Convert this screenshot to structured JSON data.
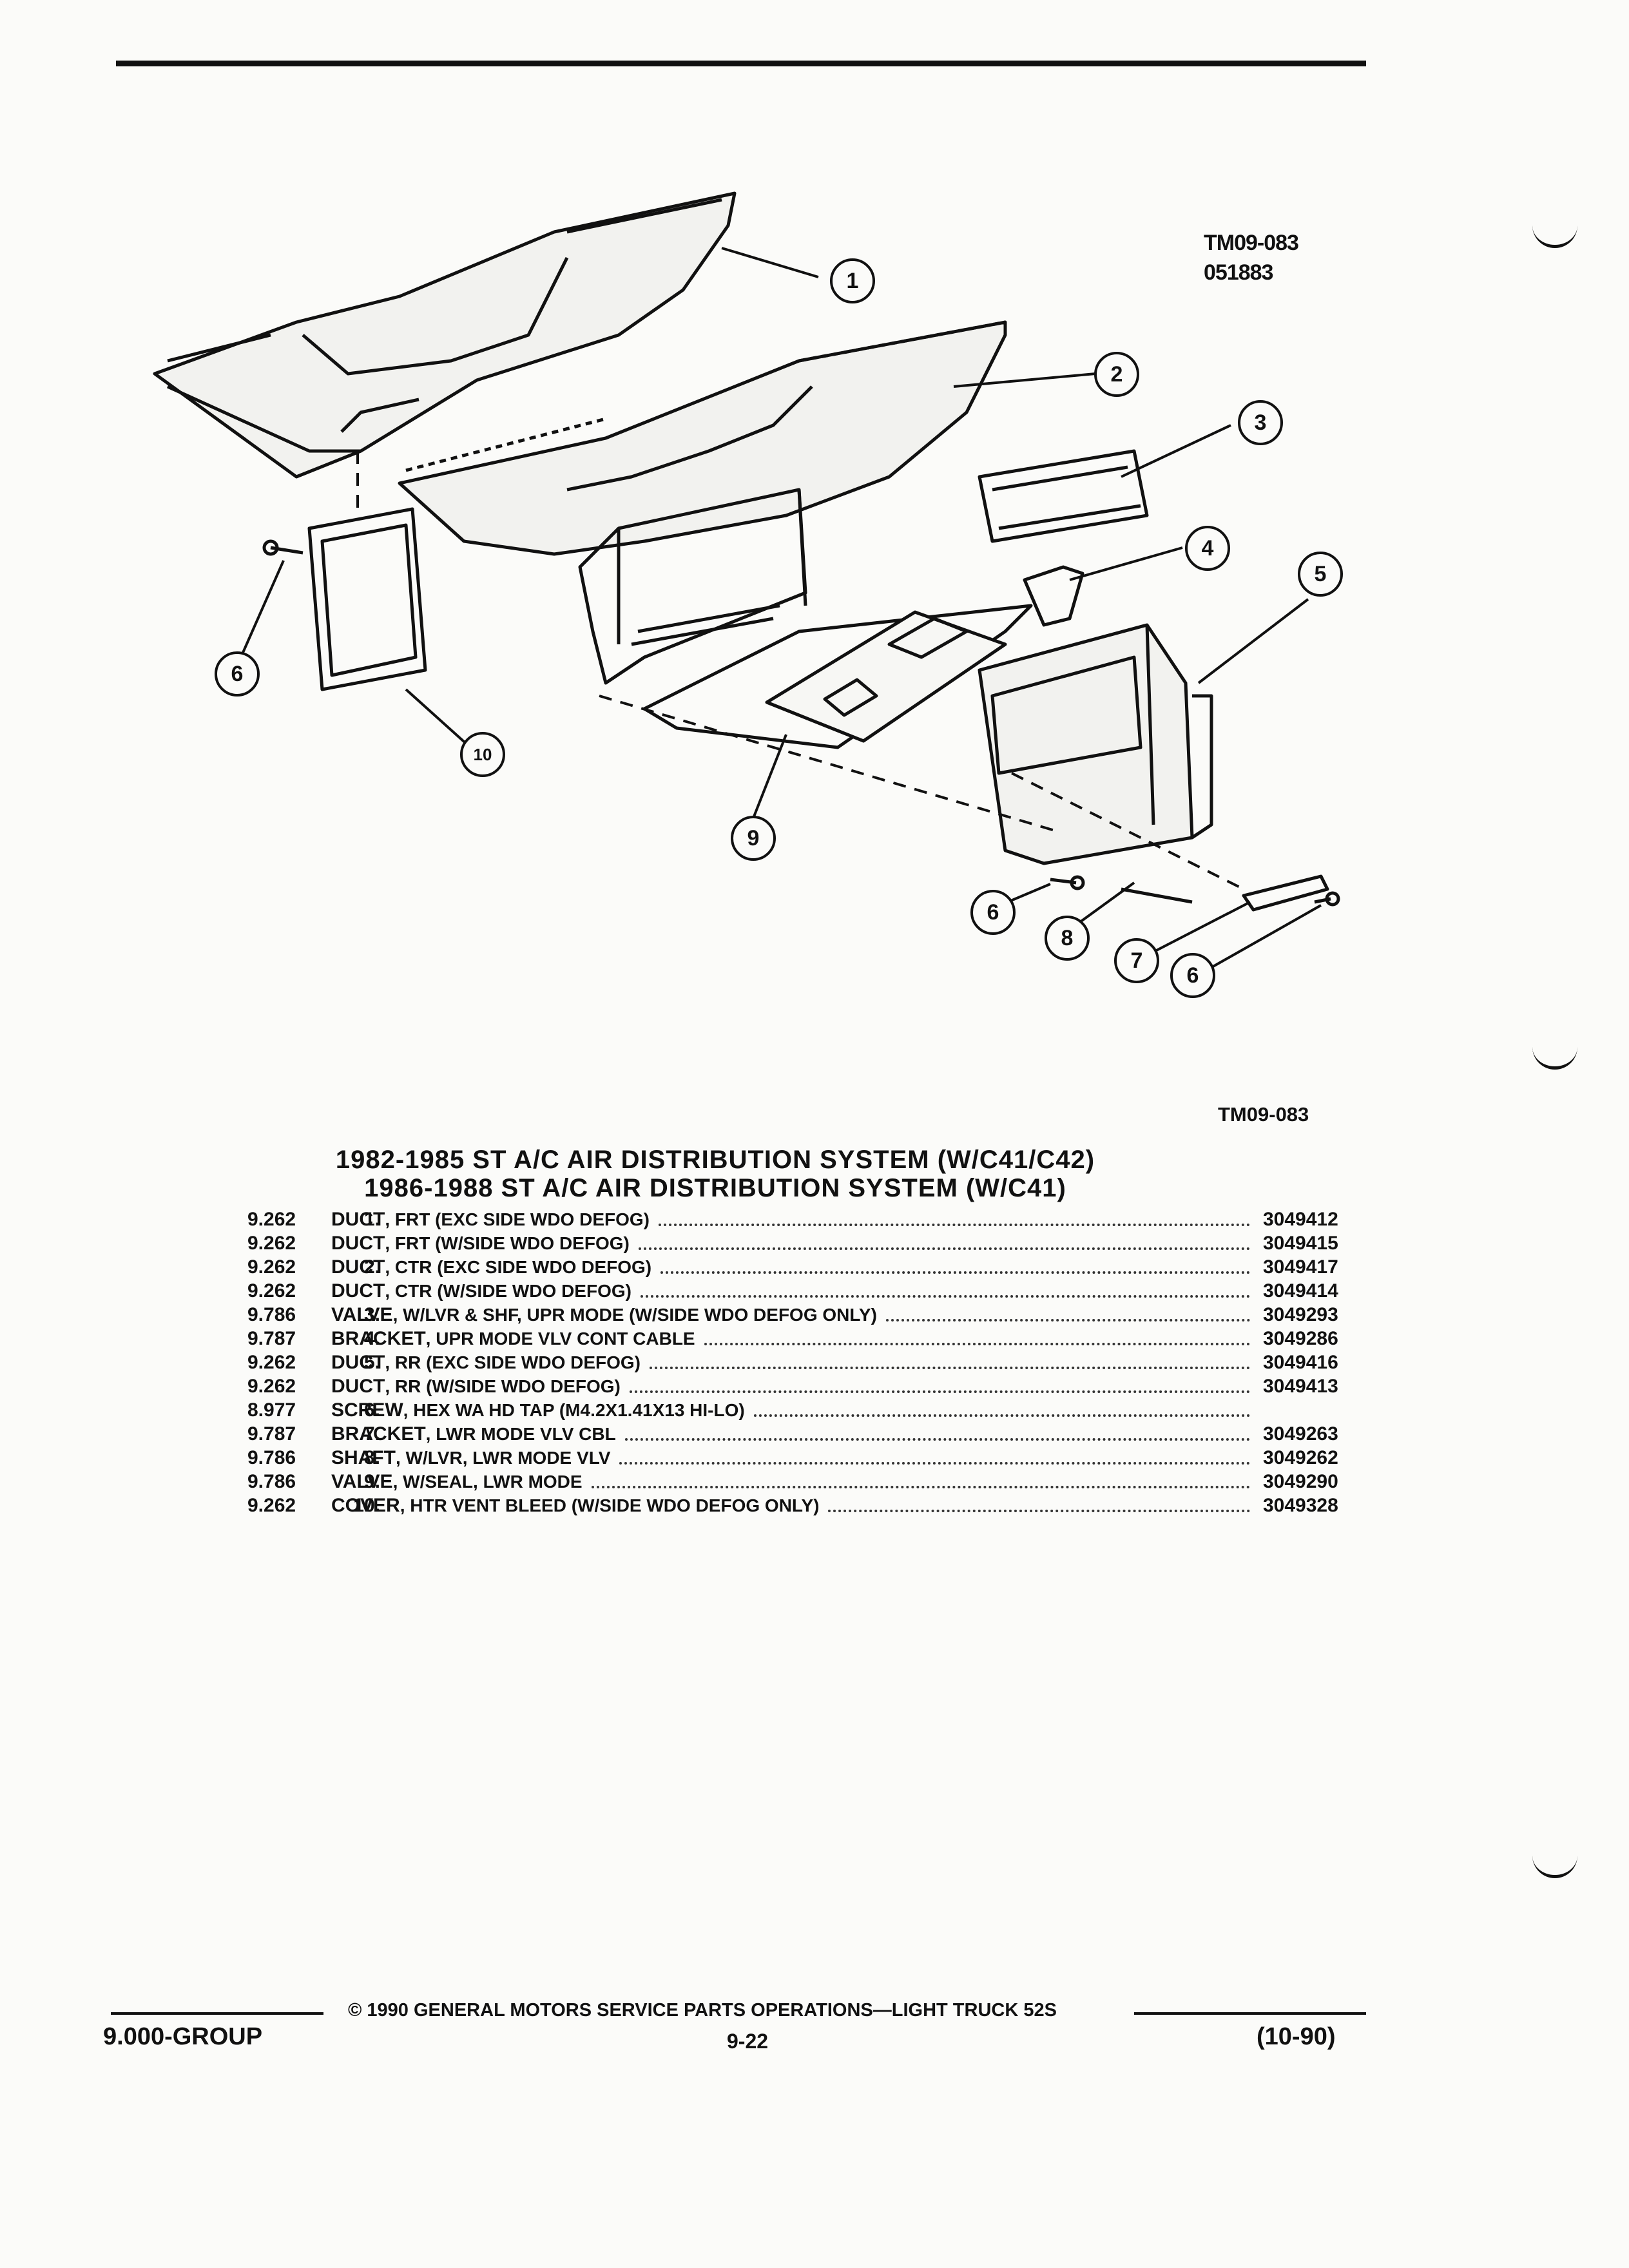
{
  "figure": {
    "id": "TM09-083",
    "date_code": "051883",
    "id_bottom": "TM09-083",
    "callouts": [
      "1",
      "2",
      "3",
      "4",
      "5",
      "6",
      "10",
      "9",
      "6",
      "8",
      "7",
      "6"
    ]
  },
  "titles": {
    "line1": "1982-1985 ST A/C AIR DISTRIBUTION SYSTEM (W/C41/C42)",
    "line2": "1986-1988 ST A/C AIR DISTRIBUTION SYSTEM (W/C41)"
  },
  "parts": [
    {
      "num": "1.",
      "code": "9.262",
      "name": "DUCT",
      "desc": ", FRT (EXC SIDE WDO DEFOG)",
      "pn": "3049412"
    },
    {
      "num": "",
      "code": "9.262",
      "name": "DUCT",
      "desc": ", FRT (W/SIDE WDO DEFOG)",
      "pn": "3049415"
    },
    {
      "num": "2.",
      "code": "9.262",
      "name": "DUCT",
      "desc": ", CTR (EXC SIDE WDO DEFOG)",
      "pn": "3049417"
    },
    {
      "num": "",
      "code": "9.262",
      "name": "DUCT",
      "desc": ", CTR (W/SIDE WDO DEFOG)",
      "pn": "3049414"
    },
    {
      "num": "3.",
      "code": "9.786",
      "name": "VALVE",
      "desc": ", W/LVR & SHF, UPR MODE (W/SIDE WDO DEFOG ONLY)",
      "pn": "3049293"
    },
    {
      "num": "4.",
      "code": "9.787",
      "name": "BRACKET",
      "desc": ", UPR MODE VLV CONT CABLE",
      "pn": "3049286"
    },
    {
      "num": "5.",
      "code": "9.262",
      "name": "DUCT",
      "desc": ", RR (EXC SIDE WDO DEFOG)",
      "pn": "3049416"
    },
    {
      "num": "",
      "code": "9.262",
      "name": "DUCT",
      "desc": ", RR (W/SIDE WDO DEFOG)",
      "pn": "3049413"
    },
    {
      "num": "6.",
      "code": "8.977",
      "name": "SCREW",
      "desc": ", HEX WA HD TAP (M4.2X1.41X13 HI-LO)",
      "pn": ""
    },
    {
      "num": "7.",
      "code": "9.787",
      "name": "BRACKET",
      "desc": ", LWR MODE VLV CBL",
      "pn": "3049263"
    },
    {
      "num": "8.",
      "code": "9.786",
      "name": "SHAFT",
      "desc": ", W/LVR, LWR MODE VLV",
      "pn": "3049262"
    },
    {
      "num": "9.",
      "code": "9.786",
      "name": "VALVE",
      "desc": ", W/SEAL, LWR MODE",
      "pn": "3049290"
    },
    {
      "num": "10.",
      "code": "9.262",
      "name": "COVER",
      "desc": ", HTR VENT BLEED (W/SIDE WDO DEFOG ONLY)",
      "pn": "3049328"
    }
  ],
  "footer": {
    "copyright": "© 1990 GENERAL MOTORS SERVICE PARTS OPERATIONS—LIGHT TRUCK 52S",
    "group": "9.000-GROUP",
    "page": "9-22",
    "revision": "(10-90)"
  }
}
